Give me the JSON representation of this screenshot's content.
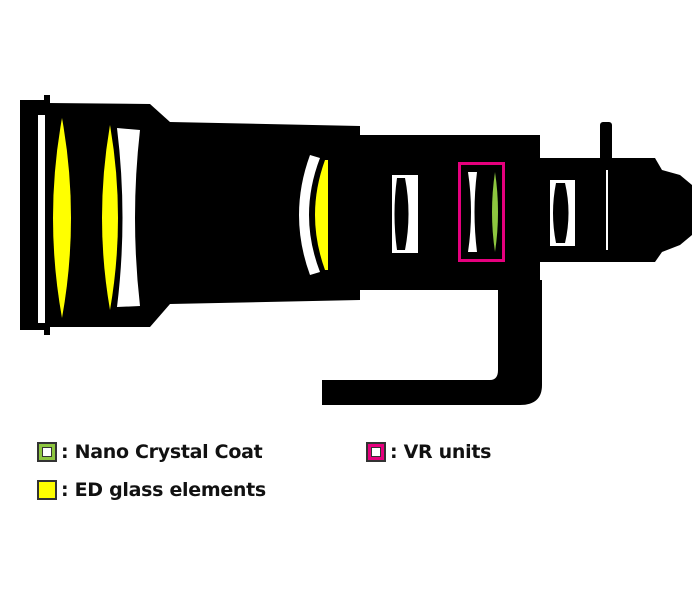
{
  "legend": [
    {
      "id": "nano",
      "label": ": Nano Crystal Coat",
      "color": "#8dc63f"
    },
    {
      "id": "vr",
      "label": ": VR units",
      "color": "#e6007e"
    },
    {
      "id": "ed",
      "label": ": ED glass elements",
      "color": "#ffff00"
    }
  ],
  "colors": {
    "body": "#000000",
    "ed": "#ffff00",
    "nano": "#8dc63f",
    "vr": "#e6007e"
  }
}
